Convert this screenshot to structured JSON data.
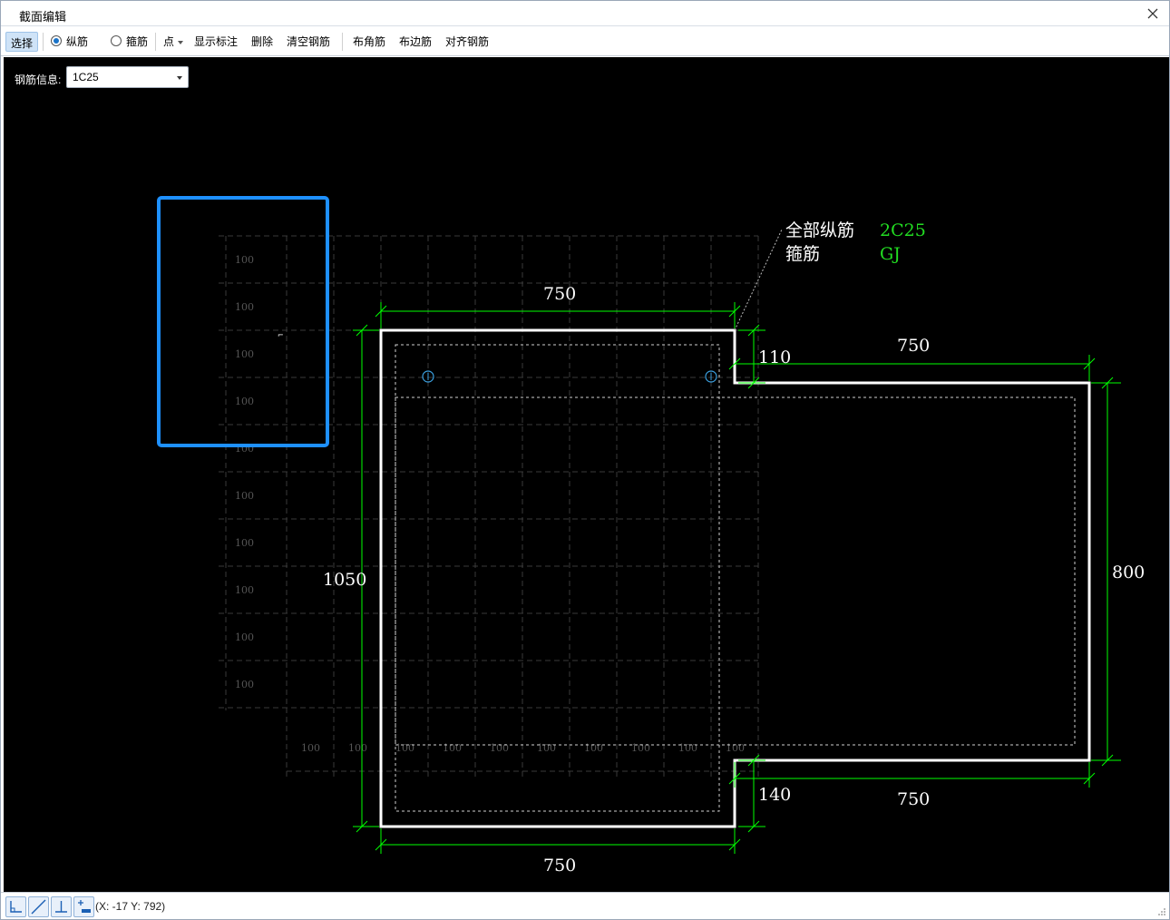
{
  "window": {
    "title": "截面编辑"
  },
  "toolbar": {
    "select_label": "选择",
    "longitudinal_label": "纵筋",
    "stirrup_label": "箍筋",
    "point_label": "点",
    "show_dims_label": "显示标注",
    "delete_label": "删除",
    "clear_label": "清空钢筋",
    "corner_label": "布角筋",
    "edge_label": "布边筋",
    "align_label": "对齐钢筋"
  },
  "rebar_info": {
    "label": "钢筋信息:",
    "value": "1C25"
  },
  "drawing": {
    "annotation_all_label": "全部纵筋",
    "annotation_all_value": "2C25",
    "annotation_stirrup_label": "箍筋",
    "annotation_stirrup_value": "GJ",
    "dims": {
      "top_width": "750",
      "right_top_width": "750",
      "step_top": "110",
      "left_height": "1050",
      "right_height": "800",
      "step_bottom": "140",
      "right_bottom_width": "750",
      "bottom_width": "750"
    },
    "grid_label": "100",
    "colors": {
      "background": "#000000",
      "outline": "#ffffff",
      "dimension": "#00ff00",
      "annotation_value": "#22dd22",
      "preview_box": "#1e90ff",
      "rebar": "#3ba0e0"
    }
  },
  "status": {
    "coords": "(X: -17 Y: 792)"
  }
}
